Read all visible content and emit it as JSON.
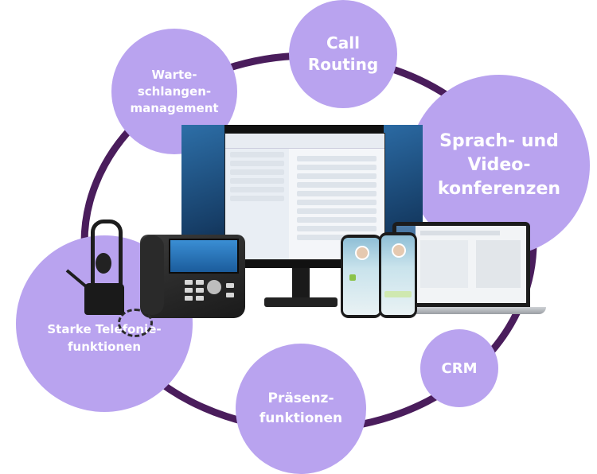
{
  "colors": {
    "bubble": "#b9a3ef",
    "ring": "#4a1d5c",
    "text": "#ffffff"
  },
  "features": {
    "warteschlangen": [
      "Warte-",
      "schlangen-",
      "management"
    ],
    "call_routing": [
      "Call",
      "Routing"
    ],
    "konferenzen": [
      "Sprach- und",
      "Video-",
      "konferenzen"
    ],
    "telefonie": [
      "Starke Telefonie-",
      "funktionen"
    ],
    "praesenz": [
      "Präsenz-",
      "funktionen"
    ],
    "crm": [
      "CRM"
    ]
  },
  "devices": {
    "monitor_icon": "monitor-icon",
    "laptop_icon": "laptop-icon",
    "phone_icon": "smartphone-icon",
    "deskphone_icon": "desk-phone-icon",
    "headset_icon": "headset-icon"
  }
}
